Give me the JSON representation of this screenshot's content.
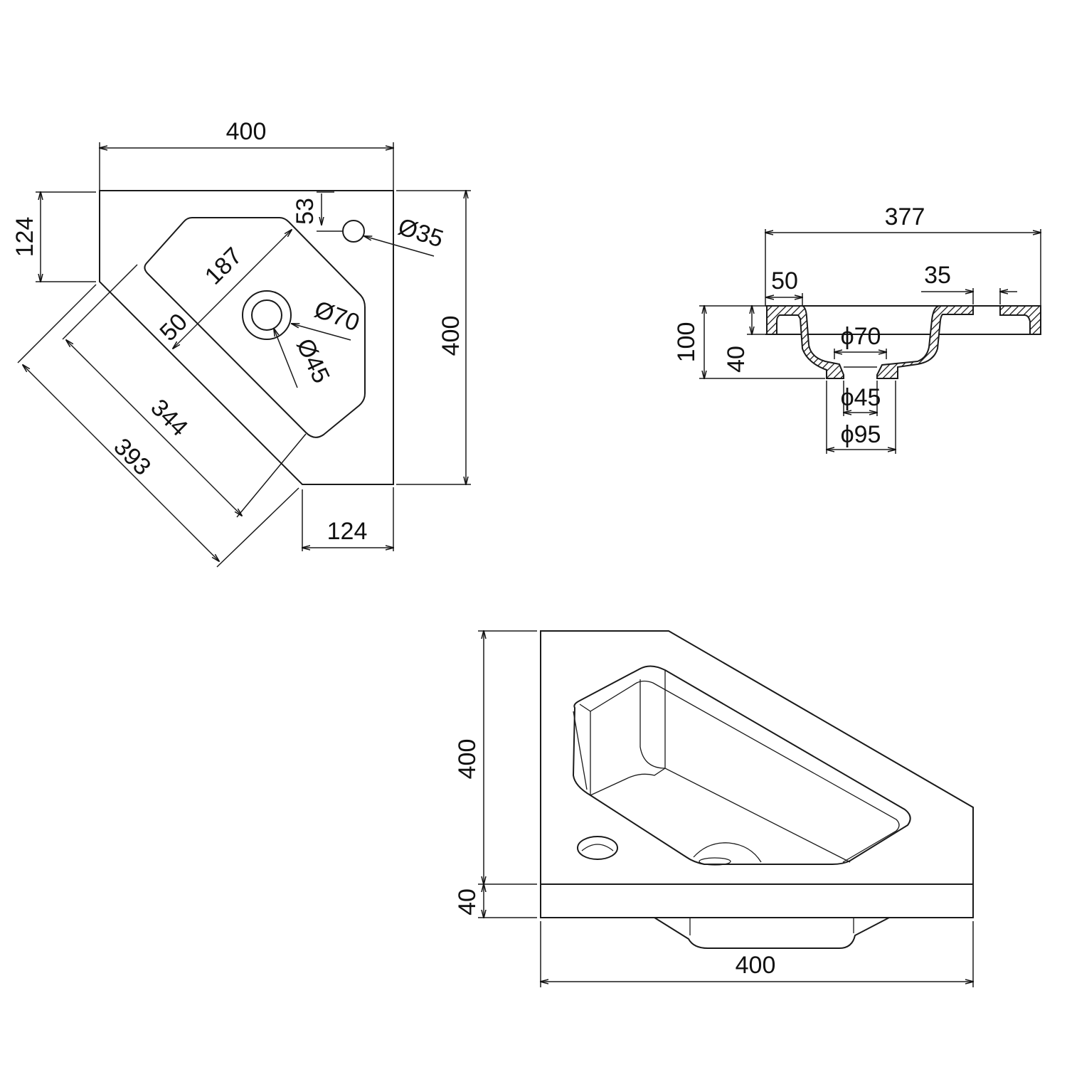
{
  "top_view": {
    "width": "400",
    "depth": "400",
    "left_return": "124",
    "bottom_return": "124",
    "tap_offset": "53",
    "tap_hole": "Ø35",
    "basin_width": "187",
    "rim": "50",
    "basin_length": "344",
    "front_length": "393",
    "drain_outer": "Ø70",
    "drain_inner": "Ø45"
  },
  "section_view": {
    "width": "377",
    "left_rim": "50",
    "tap_hole": "35",
    "height": "100",
    "slab": "40",
    "drain_top": "ϕ70",
    "drain_hole": "ϕ45",
    "drain_outer": "ϕ95"
  },
  "perspective_view": {
    "height": "400",
    "slab": "40",
    "width": "400"
  }
}
